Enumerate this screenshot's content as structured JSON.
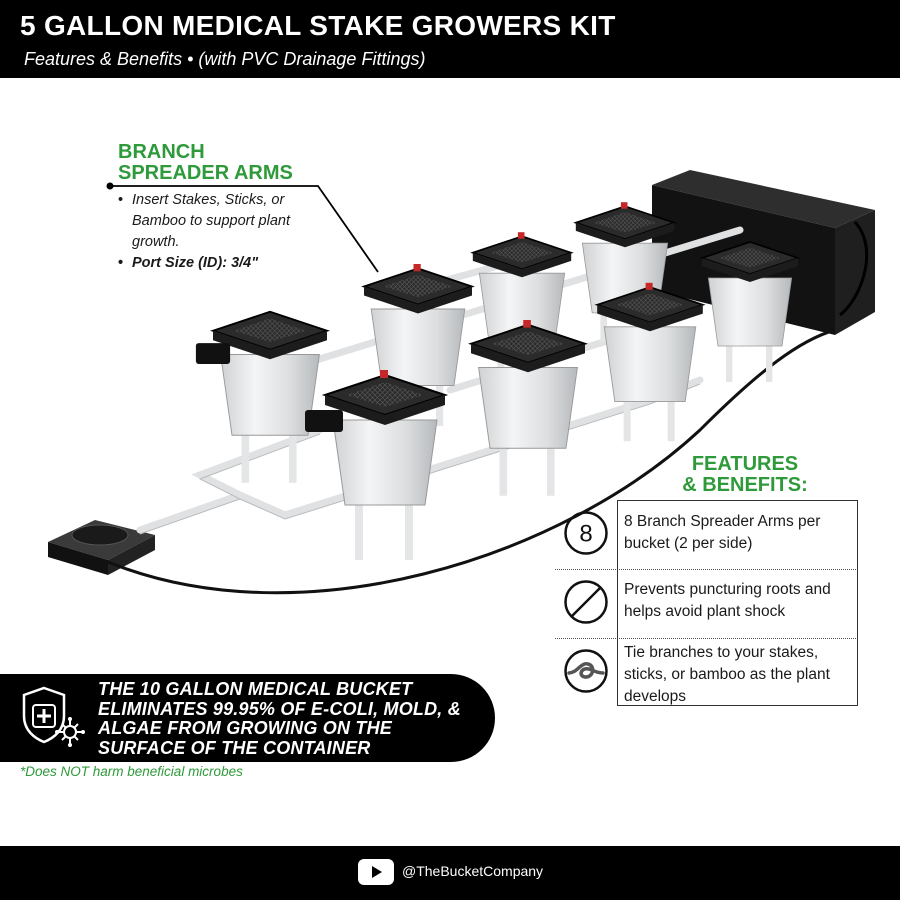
{
  "header": {
    "title": "5 GALLON MEDICAL STAKE GROWERS KIT",
    "subtitle": "Features & Benefits  •  (with PVC Drainage Fittings)"
  },
  "branch_arms": {
    "title_line1": "BRANCH",
    "title_line2": "SPREADER ARMS",
    "bullets": [
      "Insert Stakes, Sticks, or Bamboo to support plant growth.",
      "Port Size (ID): 3/4\""
    ]
  },
  "features": {
    "title_line1": "FEATURES",
    "title_line2": "& BENEFITS:",
    "rows": [
      {
        "icon": "number-8-circle-icon",
        "icon_text": "8",
        "text": "8 Branch Spreader Arms per bucket (2 per side)"
      },
      {
        "icon": "prohibited-icon",
        "text": "Prevents puncturing roots and helps avoid plant shock"
      },
      {
        "icon": "knot-icon",
        "text": "Tie branches to your stakes, sticks, or bamboo as the plant develops"
      }
    ]
  },
  "banner": {
    "icon": "shield-medical-icon",
    "text": "THE 10 GALLON MEDICAL BUCKET ELIMINATES 99.95% OF E-COLI, MOLD, & ALGAE FROM GROWING ON THE SURFACE OF THE CONTAINER",
    "footnote": "*Does NOT harm beneficial microbes"
  },
  "footer": {
    "icon": "youtube-icon",
    "handle": "@TheBucketCompany"
  },
  "colors": {
    "accent_green": "#2e9a3a",
    "black": "#000000",
    "white": "#ffffff"
  }
}
